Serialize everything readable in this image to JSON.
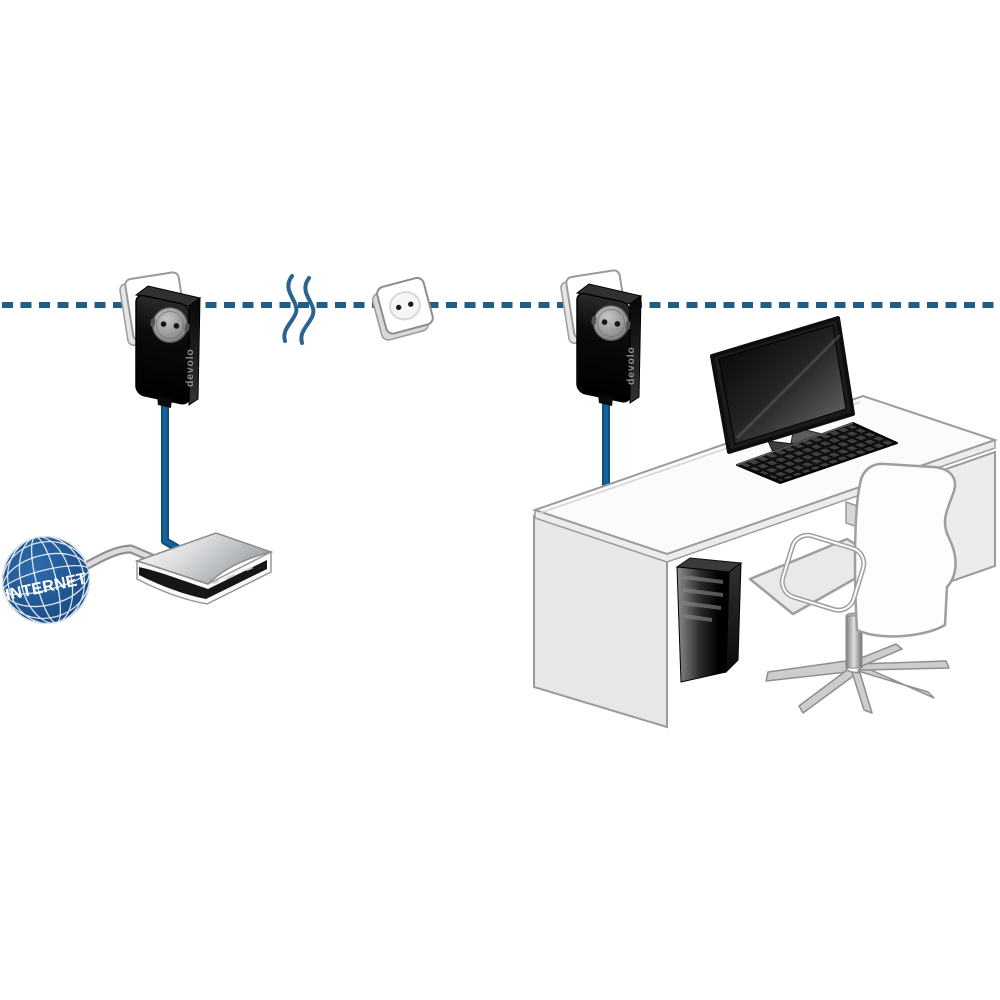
{
  "title": "Powerline network setup illustration",
  "labels": {
    "internet": "INTERNET",
    "brand": "devolo"
  },
  "scene": {
    "connection_line": {
      "style": "dotted",
      "color": "#1f5e86"
    },
    "adapters": [
      {
        "id": "powerline-adapter-left",
        "brand": "devolo"
      },
      {
        "id": "powerline-adapter-right",
        "brand": "devolo"
      }
    ],
    "internet_globe": {
      "label": "INTERNET",
      "color": "#1d4f8a"
    },
    "components": [
      "powerline-dotted-link",
      "interference-waves",
      "wall-outlet",
      "powerline-adapter-left",
      "powerline-adapter-right",
      "ethernet-cable-left",
      "ethernet-cable-right",
      "internet-cable",
      "router",
      "internet-globe",
      "desk",
      "monitor",
      "keyboard",
      "pc-tower",
      "office-chair"
    ]
  },
  "colors": {
    "line_blue": "#1f5e86",
    "cable_blue": "#16639c",
    "cable_blue_dark": "#0d4e7c",
    "globe_blue": "#1d4f8a",
    "brand_text": "#8f8f8f",
    "device_black": "#111111",
    "outline_gray": "#9b9b9b",
    "panel_gray": "#ececec",
    "chrome_gray": "#cdcdcd"
  }
}
